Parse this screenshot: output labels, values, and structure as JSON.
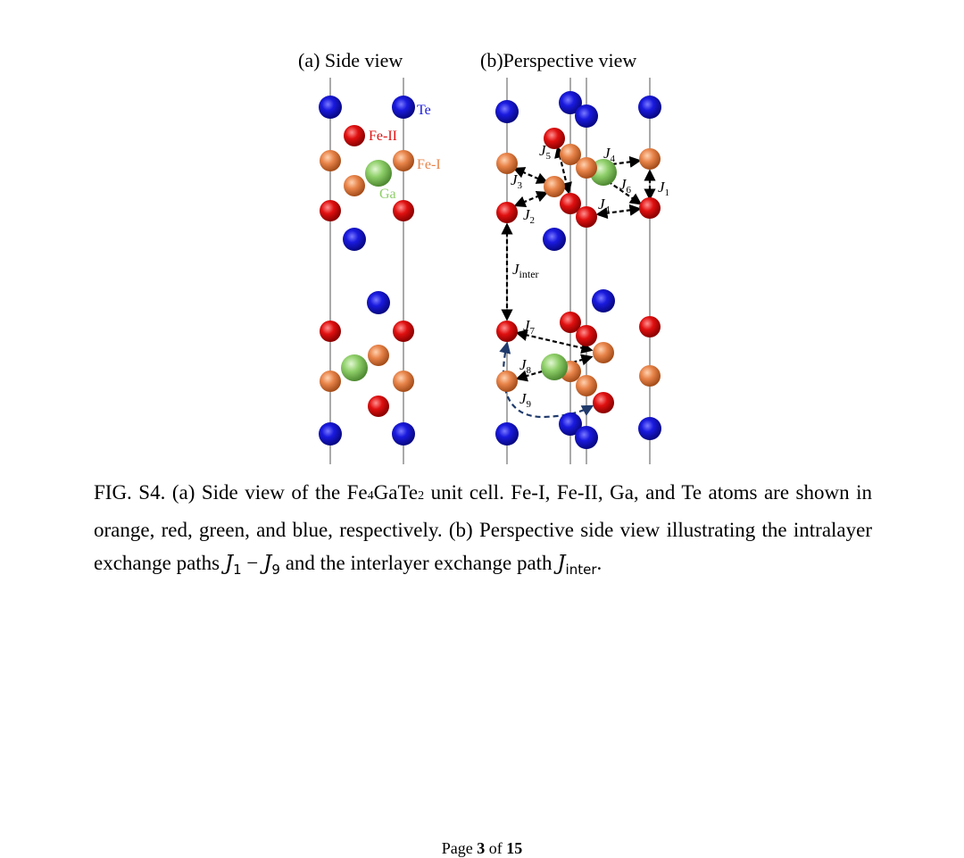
{
  "figure": {
    "panel_a_title": "(a) Side view",
    "panel_b_title": "(b)Perspective view",
    "atom_labels": {
      "te": "Te",
      "fe_ii": "Fe-II",
      "fe_i": "Fe-I",
      "ga": "Ga"
    },
    "exchange_labels": {
      "j1": "J",
      "j1_sub": "1",
      "j2": "J",
      "j2_sub": "2",
      "j3": "J",
      "j3_sub": "3",
      "j4a": "J",
      "j4a_sub": "4",
      "j4b": "J",
      "j4b_sub": "4",
      "j5": "J",
      "j5_sub": "5",
      "j6": "J",
      "j6_sub": "6",
      "j7": "J",
      "j7_sub": "7",
      "j8": "J",
      "j8_sub": "8",
      "j9": "J",
      "j9_sub": "9",
      "jinter": "J",
      "jinter_sub": "inter"
    },
    "colors": {
      "fe_i": "#e8844a",
      "fe_ii": "#e01010",
      "ga": "#8fcf6a",
      "te": "#1a1adf",
      "fe_i_label": "#e8844a",
      "fe_ii_label": "#e01010",
      "ga_label": "#8fcf6a",
      "te_label": "#1a1adf"
    }
  },
  "caption": {
    "p1": "FIG. S4. (a) Side view of the Fe",
    "p1_sub": "4",
    "p2": "GaTe",
    "p2_sub": "2",
    "p3": " unit cell. Fe-I, Fe-II, Ga, and Te atoms are shown in orange, red, green, and blue, respectively. (b) Perspective side view illustrating the intralayer exchange paths ",
    "m1": "J",
    "m1_sub": "1",
    "m_op": " − ",
    "m2": "J",
    "m2_sub": "9",
    "p4": " and the interlayer exchange path ",
    "m3": "J",
    "m3_sub": "inter",
    "p5": "."
  },
  "footer": {
    "page_word": "Page ",
    "page_num": "3",
    "of_word": " of ",
    "total": "15"
  }
}
